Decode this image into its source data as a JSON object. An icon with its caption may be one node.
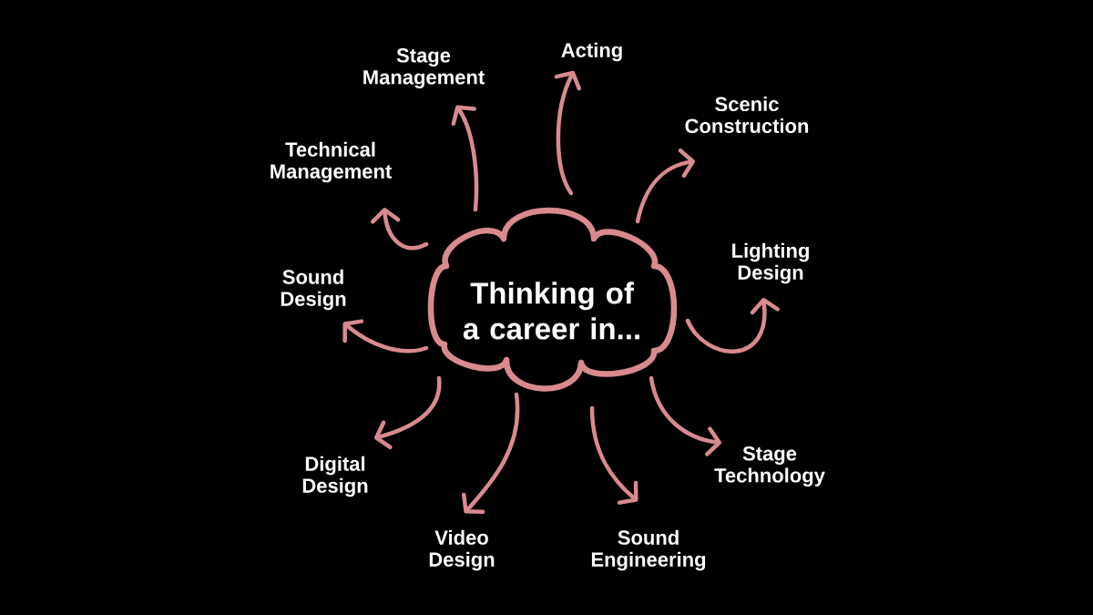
{
  "diagram": {
    "nodes": [
      {
        "text": [
          "Thinking of a career in..."
        ]
      },
      {
        "text": [
          "Stage Management"
        ]
      },
      {
        "text": [
          "Acting"
        ]
      },
      {
        "text": [
          "Scenic Construction"
        ]
      },
      {
        "text": [
          "Technical Management"
        ]
      },
      {
        "text": [
          "Lighting Design"
        ]
      },
      {
        "text": [
          "Sound Design"
        ]
      },
      {
        "text": [
          "Digital Design"
        ]
      },
      {
        "text": [
          "Stage Technology"
        ]
      },
      {
        "text": [
          "Video Design"
        ]
      },
      {
        "text": [
          "Sound Engineering"
        ]
      }
    ],
    "edges": [
      {
        "from": 0,
        "to": 1,
        "arrow": "to"
      },
      {
        "from": 0,
        "to": 2,
        "arrow": "to"
      },
      {
        "from": 0,
        "to": 3,
        "arrow": "to"
      },
      {
        "from": 0,
        "to": 4,
        "arrow": "to"
      },
      {
        "from": 0,
        "to": 5,
        "arrow": "to"
      },
      {
        "from": 0,
        "to": 6,
        "arrow": "to"
      },
      {
        "from": 0,
        "to": 7,
        "arrow": "to"
      },
      {
        "from": 0,
        "to": 8,
        "arrow": "to"
      },
      {
        "from": 0,
        "to": 9,
        "arrow": "to"
      },
      {
        "from": 0,
        "to": 10,
        "arrow": "to"
      }
    ]
  }
}
